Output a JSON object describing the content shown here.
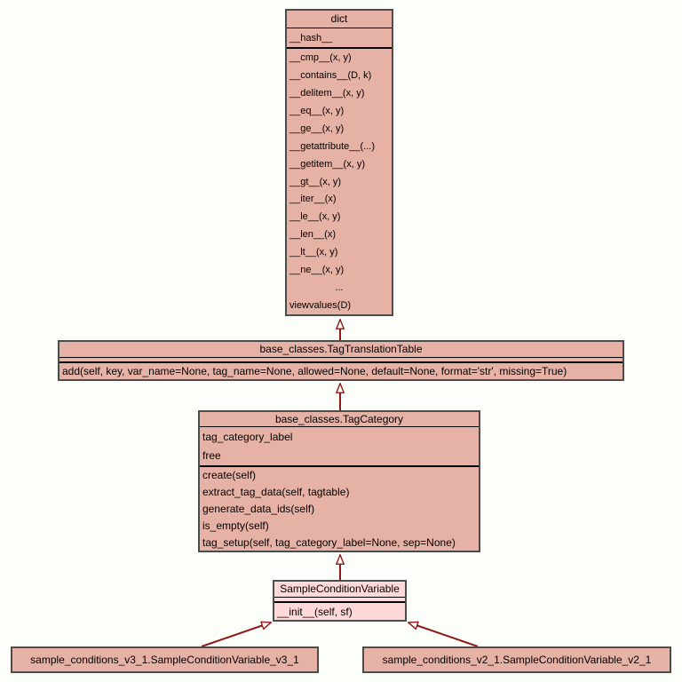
{
  "colors": {
    "background": "#fcfef9",
    "node_fill": "#e7b2a6",
    "highlight_fill": "#ffd8da",
    "border": "#4c4c4c",
    "arrow": "#901818"
  },
  "classes": {
    "dict": {
      "name": "dict",
      "attributes": [
        "__hash__"
      ],
      "methods": [
        "__cmp__(x, y)",
        "__contains__(D, k)",
        "__delitem__(x, y)",
        "__eq__(x, y)",
        "__ge__(x, y)",
        "__getattribute__(...)",
        "__getitem__(x, y)",
        "__gt__(x, y)",
        "__iter__(x)",
        "__le__(x, y)",
        "__len__(x)",
        "__lt__(x, y)",
        "__ne__(x, y)",
        "...",
        "viewvalues(D)"
      ]
    },
    "tag_translation_table": {
      "name": "base_classes.TagTranslationTable",
      "attributes": [],
      "methods": [
        "add(self, key, var_name=None, tag_name=None, allowed=None, default=None, format='str', missing=True)"
      ]
    },
    "tag_category": {
      "name": "base_classes.TagCategory",
      "attributes": [
        "tag_category_label",
        "free"
      ],
      "methods": [
        "create(self)",
        "extract_tag_data(self, tagtable)",
        "generate_data_ids(self)",
        "is_empty(self)",
        "tag_setup(self, tag_category_label=None, sep=None)"
      ]
    },
    "sample_condition_variable": {
      "name": "SampleConditionVariable",
      "attributes": [],
      "methods": [
        "__init__(self, sf)"
      ]
    },
    "v3_1": {
      "name": "sample_conditions_v3_1.SampleConditionVariable_v3_1"
    },
    "v2_1": {
      "name": "sample_conditions_v2_1.SampleConditionVariable_v2_1"
    }
  },
  "edges": [
    {
      "from": "base_classes.TagTranslationTable",
      "to": "dict",
      "type": "inheritance"
    },
    {
      "from": "base_classes.TagCategory",
      "to": "base_classes.TagTranslationTable",
      "type": "inheritance"
    },
    {
      "from": "SampleConditionVariable",
      "to": "base_classes.TagCategory",
      "type": "inheritance"
    },
    {
      "from": "sample_conditions_v3_1.SampleConditionVariable_v3_1",
      "to": "SampleConditionVariable",
      "type": "inheritance"
    },
    {
      "from": "sample_conditions_v2_1.SampleConditionVariable_v2_1",
      "to": "SampleConditionVariable",
      "type": "inheritance"
    }
  ]
}
